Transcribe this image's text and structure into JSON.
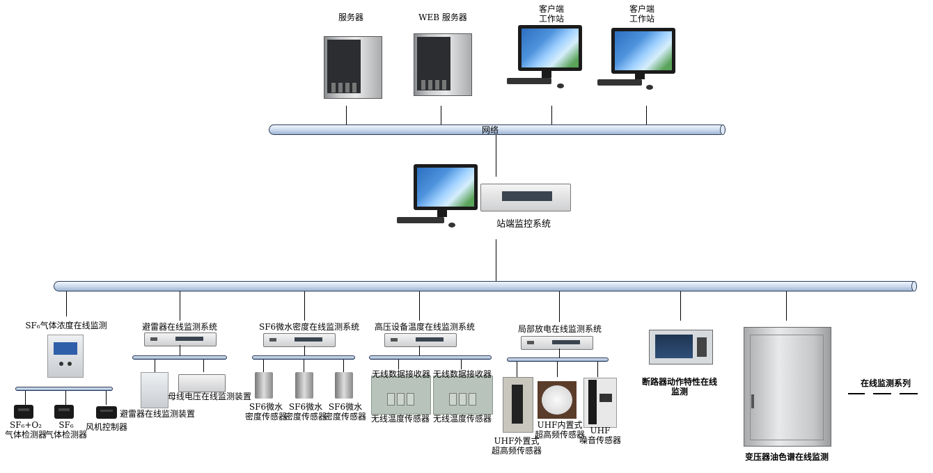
{
  "top": {
    "server": "服务器",
    "web_server": "WEB  服务器",
    "client1": [
      "客户端",
      "工作站"
    ],
    "client2": [
      "客户端",
      "工作站"
    ],
    "network": "网络"
  },
  "station": {
    "label": "站端监控系统"
  },
  "systems": {
    "sf6_gas": {
      "title": "SF₆气体浓度在线监测",
      "devices": [
        [
          "SF₆+O₂",
          "气体检测器"
        ],
        [
          "SF₆",
          "气体检测器"
        ],
        [
          "风机控制器"
        ]
      ]
    },
    "arrester": {
      "title": "避雷器在线监测系统",
      "devices": [
        "避雷器在线监测装置",
        "母线电压在线监测装置"
      ]
    },
    "sf6_micro": {
      "title": "SF6微水密度在线监测系统",
      "devices": [
        [
          "SF6微水",
          "密度传感器"
        ],
        [
          "SF6微水",
          "密度传感器"
        ],
        [
          "SF6微水",
          "密度传感器"
        ]
      ]
    },
    "hv_temp": {
      "title": "高压设备温度在线监测系统",
      "receivers": [
        "无线数据接收器",
        "无线数据接收器"
      ],
      "sensors": [
        "无线温度传感器",
        "无线温度传感器"
      ]
    },
    "partial_discharge": {
      "title": "局部放电在线监测系统",
      "devices": [
        [
          "UHF外置式",
          "超高频传感器"
        ],
        [
          "UHF内置式",
          "超高频传感器"
        ],
        [
          "UHF",
          "噪音传感器"
        ]
      ]
    },
    "breaker": {
      "title": [
        "断路器动作特性在线",
        "监测"
      ]
    },
    "transformer": {
      "title": "变压器油色谱在线监测"
    },
    "series": {
      "title": "在线监测系列"
    }
  }
}
